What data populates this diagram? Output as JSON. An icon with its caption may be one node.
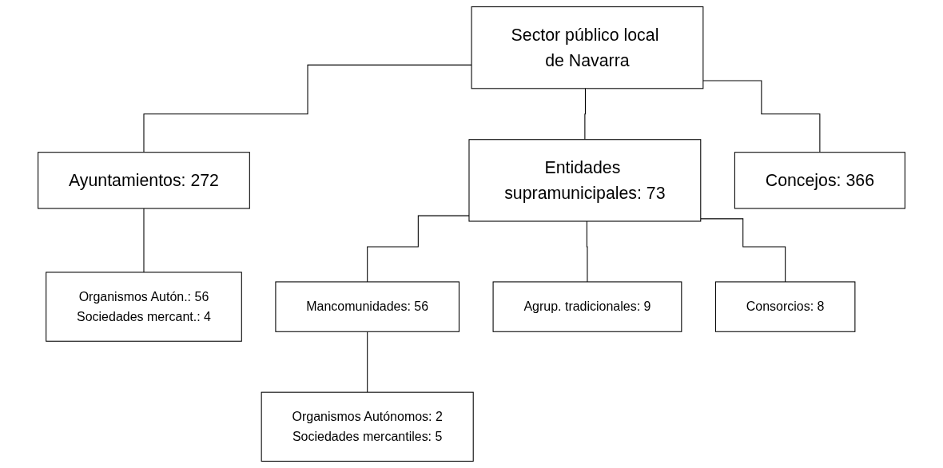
{
  "diagram": {
    "nodes": [
      {
        "text": [
          "Sector público local de Navarra"
        ]
      },
      {
        "text": [
          "Ayuntamientos: 272"
        ]
      },
      {
        "text": [
          "Entidades supramunicipales: 73"
        ]
      },
      {
        "text": [
          "Concejos: 366"
        ]
      },
      {
        "text": [
          "Organismos Autón.: 56",
          "Sociedades mercant.: 4"
        ]
      },
      {
        "text": [
          "Mancomunidades: 56"
        ]
      },
      {
        "text": [
          "Agrup. tradicionales: 9"
        ]
      },
      {
        "text": [
          "Consorcios: 8"
        ]
      },
      {
        "text": [
          "Organismos Autónomos: 2",
          "Sociedades mercantiles: 5"
        ]
      }
    ],
    "edges": [
      {
        "from": 0,
        "to": 1,
        "arrow": "none"
      },
      {
        "from": 0,
        "to": 2,
        "arrow": "none"
      },
      {
        "from": 0,
        "to": 3,
        "arrow": "none"
      },
      {
        "from": 1,
        "to": 4,
        "arrow": "none"
      },
      {
        "from": 2,
        "to": 5,
        "arrow": "none"
      },
      {
        "from": 2,
        "to": 6,
        "arrow": "none"
      },
      {
        "from": 2,
        "to": 7,
        "arrow": "none"
      },
      {
        "from": 5,
        "to": 8,
        "arrow": "none"
      }
    ]
  }
}
